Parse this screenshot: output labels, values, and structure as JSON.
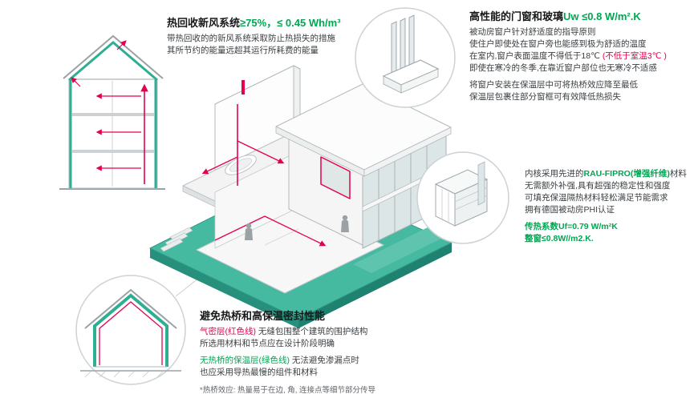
{
  "colors": {
    "green": "#00a651",
    "teal": "#3fb59d",
    "red": "#e5004f",
    "line_gray": "#9aa2a6"
  },
  "ventilation": {
    "title_black": "热回收新风系统",
    "title_green": "≥75%，≤ 0.45 Wh/m³",
    "line1": "带热回收的的新风系统采取防止热损失的措施",
    "line2": "其所节约的能量远超其运行所耗费的能量"
  },
  "windows": {
    "title_black": "高性能的门窗和玻璃",
    "title_green": "Uw ≤0.8 W/m².K",
    "line1": "被动房窗户针对舒适度的指导原则",
    "line2": "使住户即使处在窗户旁也能感到极为舒适的温度",
    "line3_black": "在室内,窗户表面温度不得低于18℃ ",
    "line3_red": "(不低于室温3℃ )",
    "line4": "即使在寒冷的冬季,在靠近窗户部位也无寒冷不适感",
    "line5": "将窗户安装在保温层中可将热桥效应降至最低",
    "line6": "保温层包裹住部分窗框可有效降低热损失"
  },
  "profile": {
    "line1_a": "内核采用先进的",
    "line1_green": "RAU-FIPRO(增强纤维)",
    "line1_b": "材料",
    "line2": "无需额外补强,具有超强的稳定性和强度",
    "line3": "可填充保温隔热材料轻松满足节能需求",
    "line4": "拥有德国被动房PHI认证",
    "line5": "传热系数Uf=0.79 W/m²K",
    "line6": "整窗≤0.8W//m2.K."
  },
  "thermal": {
    "title": "避免热桥和高保温密封性能",
    "line1_red": "气密层(红色线)",
    "line1_b": " 无缝包围整个建筑的围护结构",
    "line2": "所选用材料和节点应在设计阶段明确",
    "line3_green": "无热桥的保温层(绿色线)",
    "line3_b": " 无法避免渗漏点时",
    "line4": "也应采用导热最慢的组件和材料",
    "footnote": "*热桥效应: 热量易于在边, 角, 连接点等细节部分传导"
  }
}
